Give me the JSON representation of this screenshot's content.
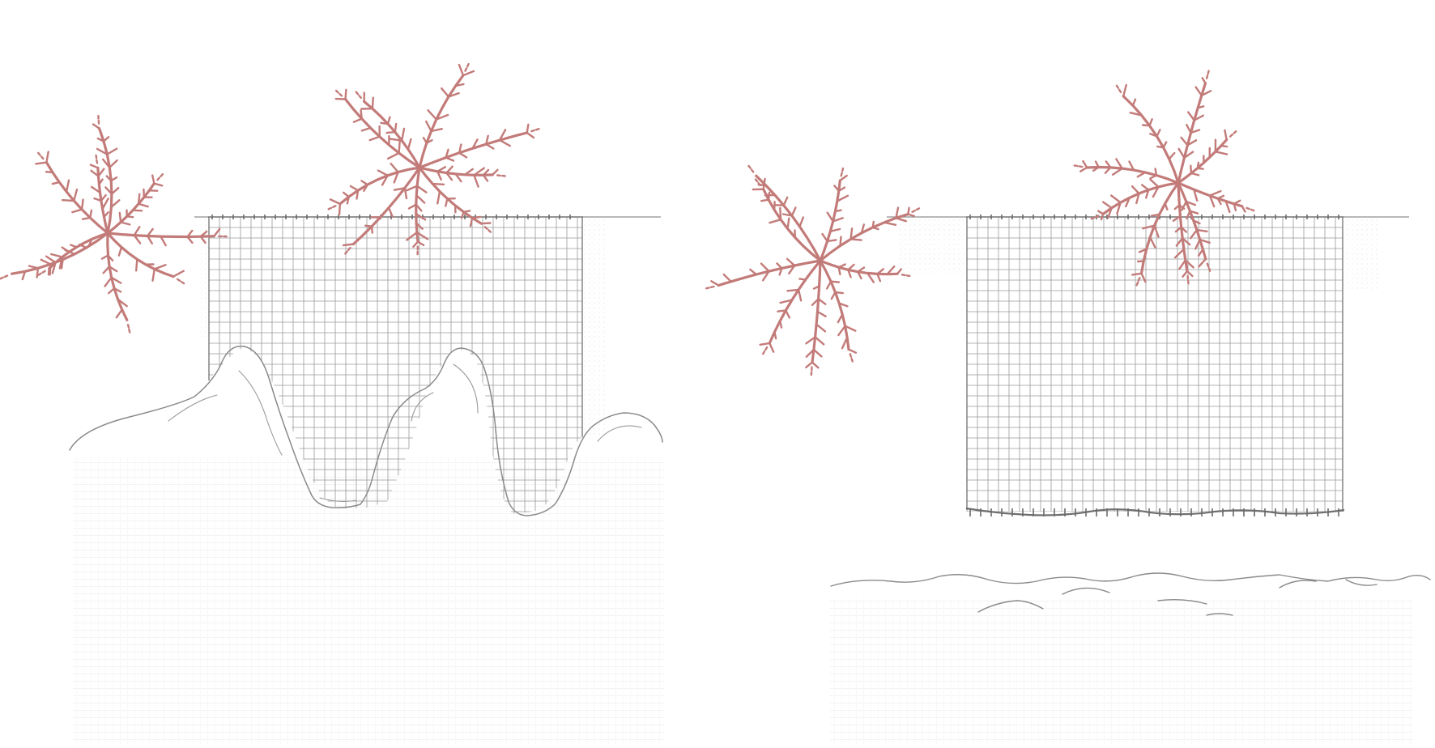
{
  "colors": {
    "kelp": "#c27b79",
    "line": "#8a8a8a",
    "mesh": "#9a9a9a",
    "background": "#ffffff"
  },
  "panels": [
    {
      "name": "rocky-seabed-net",
      "seabed": "rocks"
    },
    {
      "name": "floating-net-above-sand",
      "seabed": "sand-ripples"
    }
  ]
}
